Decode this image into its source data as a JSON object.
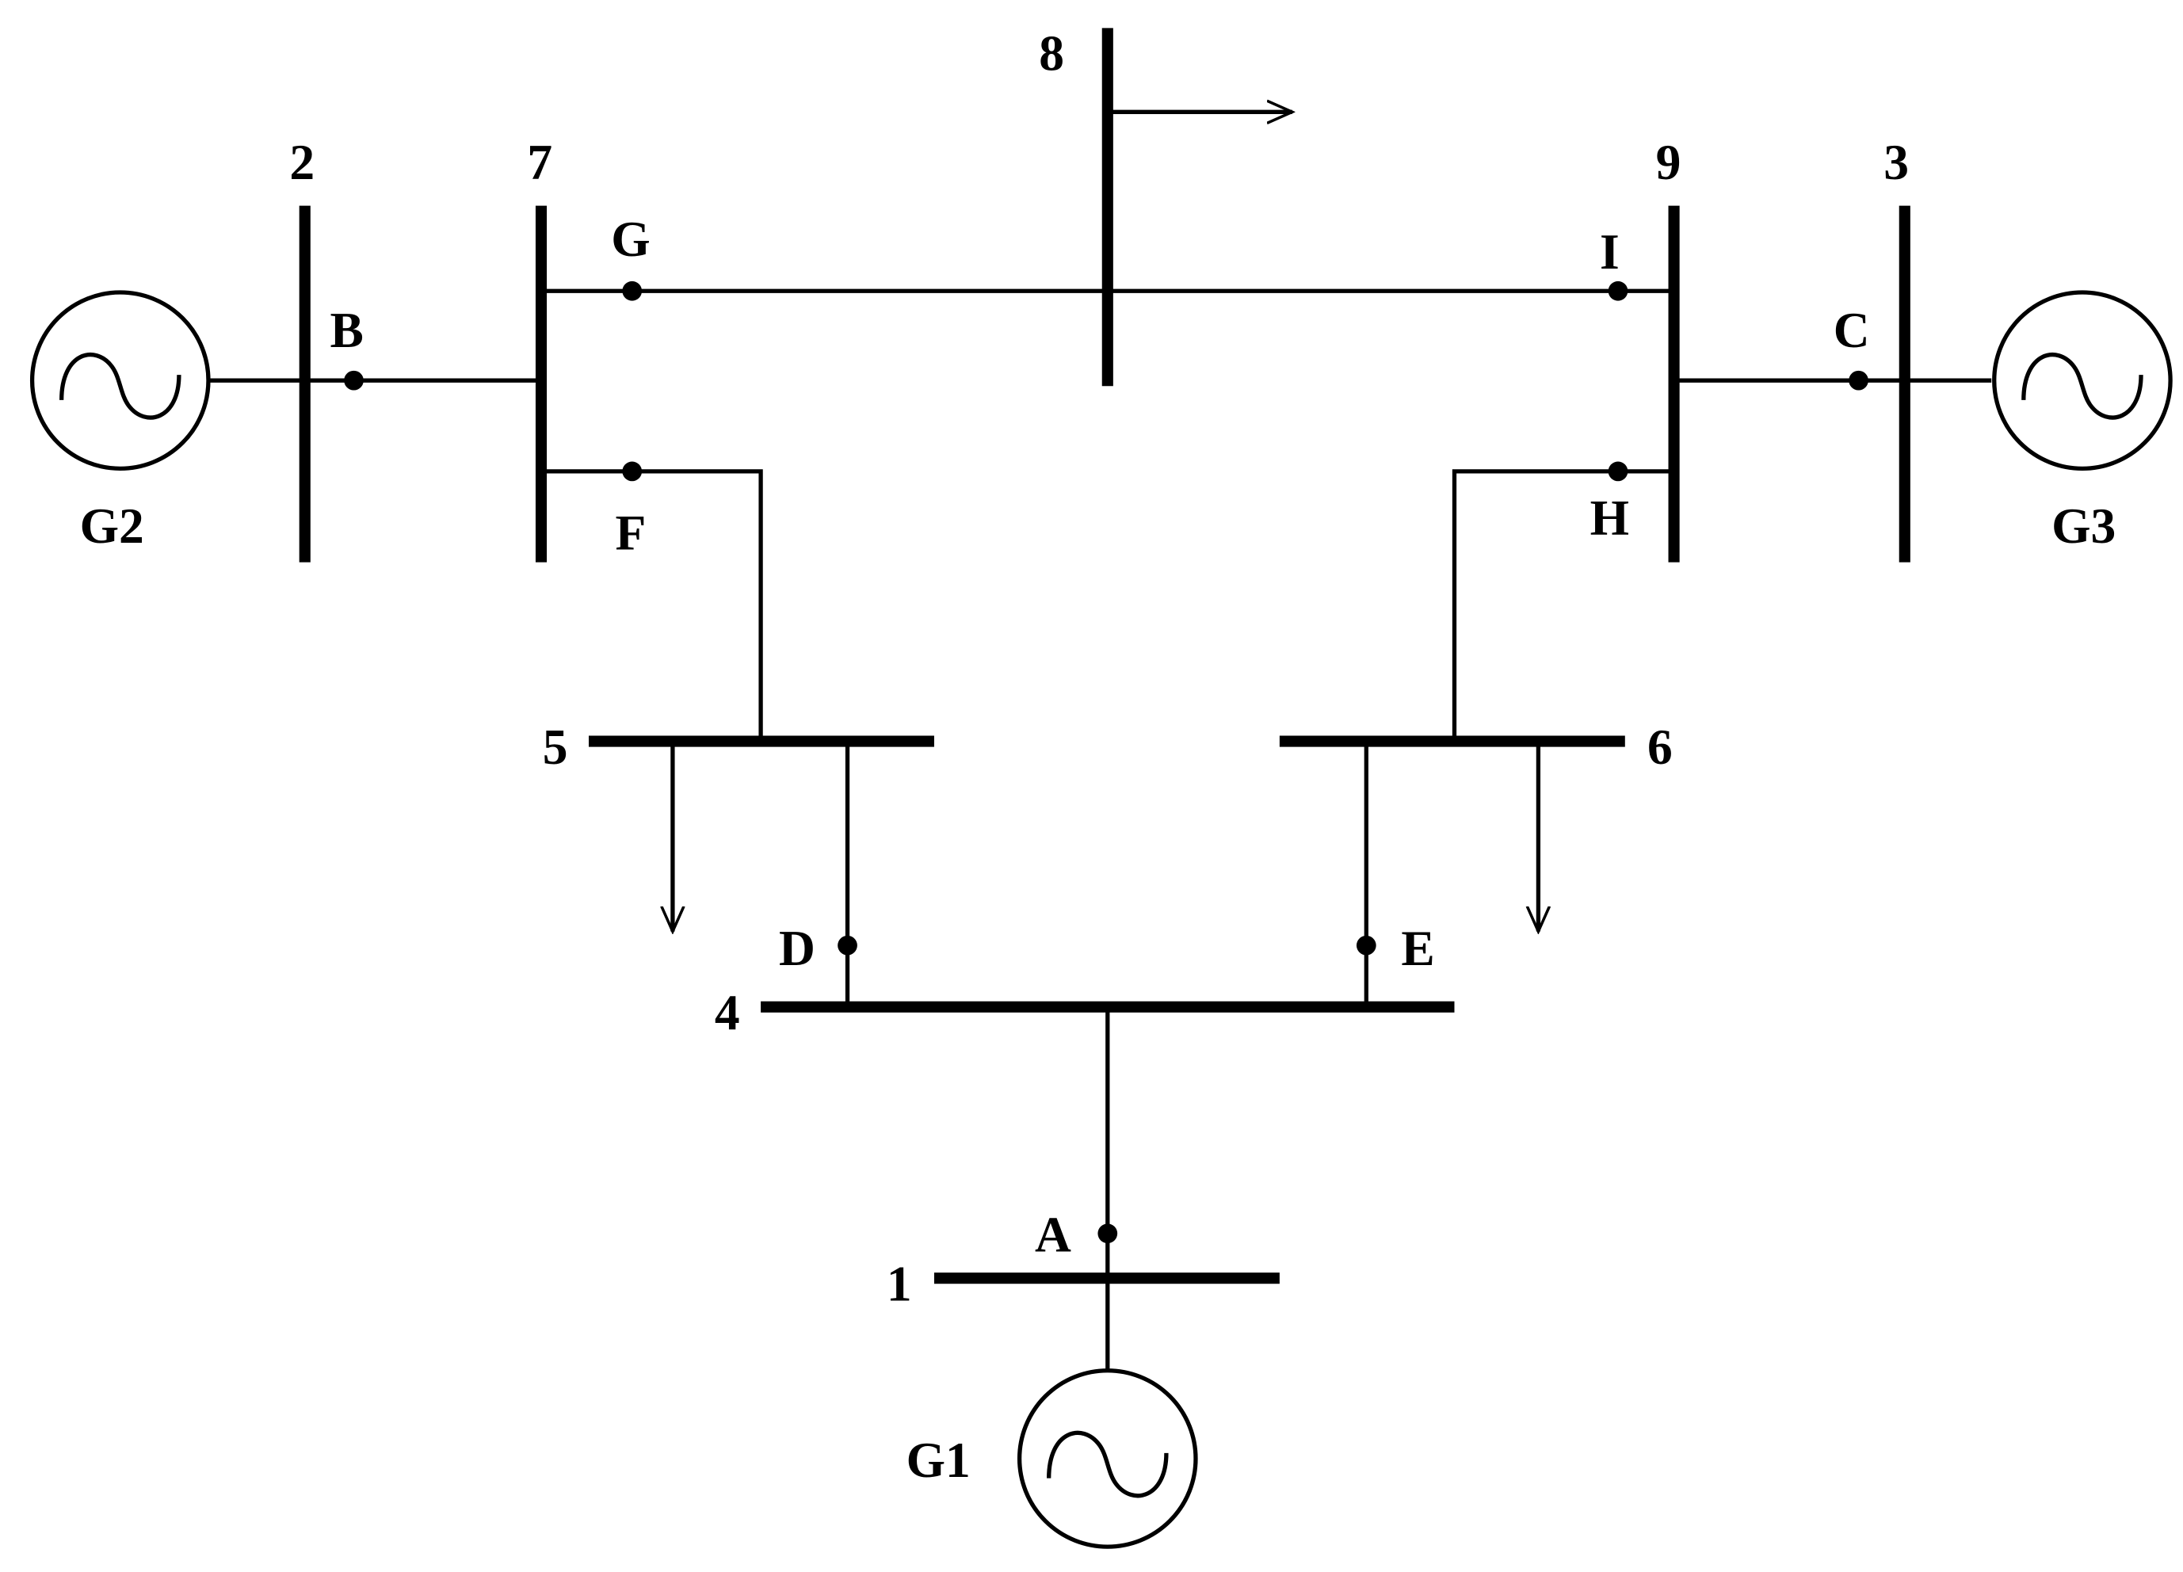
{
  "buses": {
    "b1": "1",
    "b2": "2",
    "b3": "3",
    "b4": "4",
    "b5": "5",
    "b6": "6",
    "b7": "7",
    "b8": "8",
    "b9": "9"
  },
  "generators": {
    "g1": "G1",
    "g2": "G2",
    "g3": "G3"
  },
  "points": {
    "A": "A",
    "B": "B",
    "C": "C",
    "D": "D",
    "E": "E",
    "F": "F",
    "G": "G",
    "H": "H",
    "I": "I"
  },
  "icons": {
    "generator": "ac-generator-icon",
    "load": "load-arrow-icon"
  }
}
